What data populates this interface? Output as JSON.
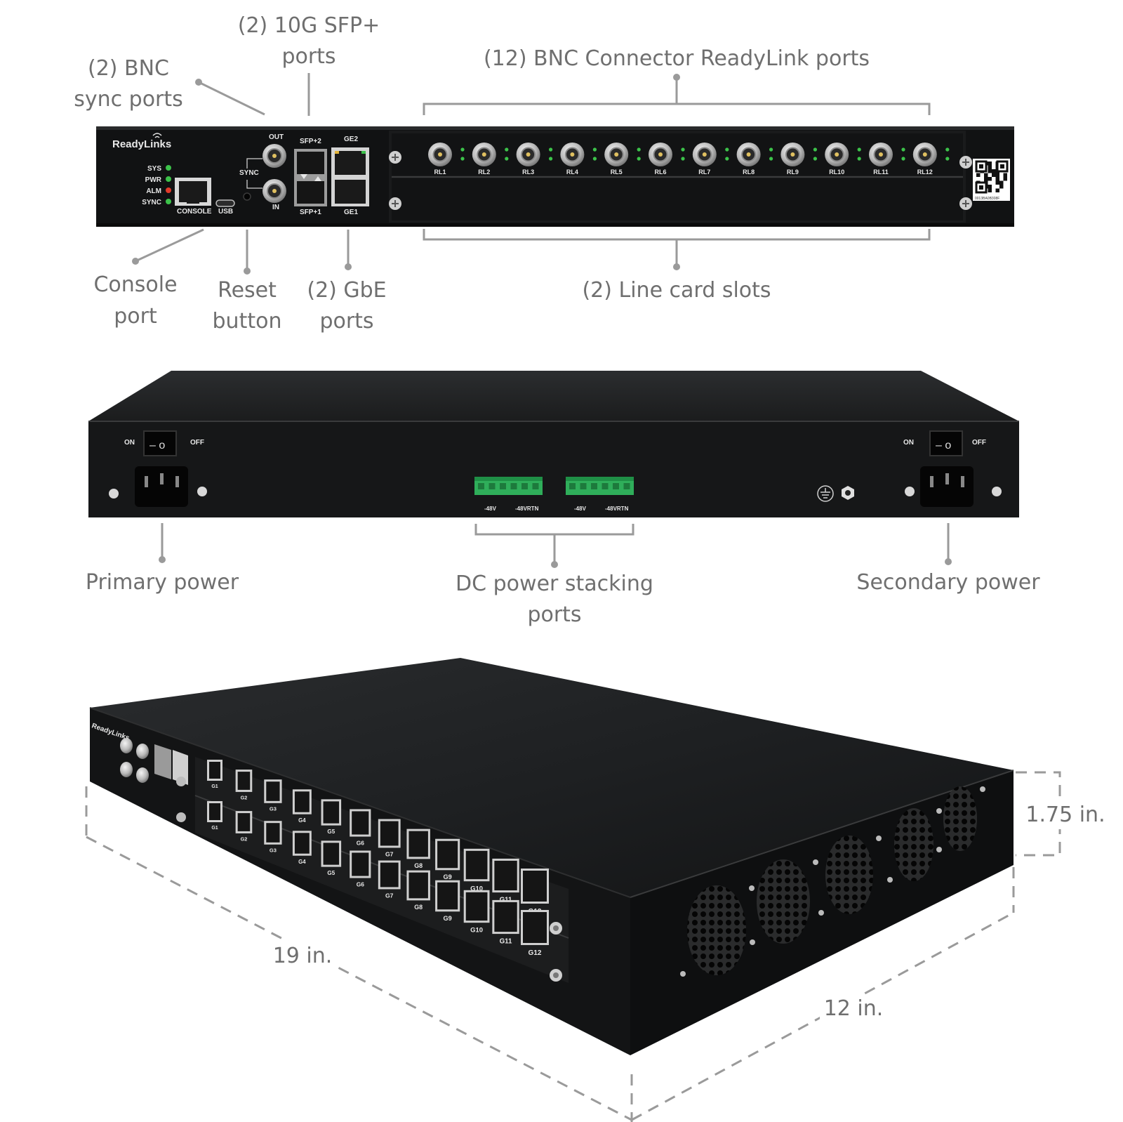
{
  "front": {
    "brand": "ReadyLinks",
    "leds": [
      "SYS",
      "PWR",
      "ALM",
      "SYNC"
    ],
    "led_colors": [
      "#3cc24a",
      "#3cc24a",
      "#e23a2a",
      "#3cc24a"
    ],
    "console_label": "CONSOLE",
    "usb_label": "USB",
    "sync_label": "SYNC",
    "sync_out_label": "OUT",
    "sync_in_label": "IN",
    "sfp_top_label": "SFP+2",
    "sfp_bottom_label": "SFP+1",
    "ge_top_label": "GE2",
    "ge_bottom_label": "GE1",
    "rl_ports": [
      "RL1",
      "RL2",
      "RL3",
      "RL4",
      "RL5",
      "RL6",
      "RL7",
      "RL8",
      "RL9",
      "RL10",
      "RL11",
      "RL12"
    ],
    "serial": "0013BA0B308F"
  },
  "callouts": {
    "bnc_sync": [
      "(2) BNC",
      "sync ports"
    ],
    "sfp": [
      "(2) 10G SFP+",
      "ports"
    ],
    "readylink": [
      "(12) BNC Connector ReadyLink ports"
    ],
    "console": [
      "Console",
      "port"
    ],
    "reset": [
      "Reset",
      "button"
    ],
    "gbe": [
      "(2) GbE",
      "ports"
    ],
    "line_cards": [
      "(2) Line card slots"
    ],
    "primary_power": [
      "Primary power"
    ],
    "dc_stacking": [
      "DC power stacking",
      "ports"
    ],
    "secondary_power": [
      "Secondary power"
    ]
  },
  "rear": {
    "on_label": "ON",
    "off_label": "OFF",
    "terminal_labels": [
      "-48V",
      "-48VRTN",
      "-48V",
      "-48VRTN"
    ],
    "terminal_color": "#2fae5a"
  },
  "iso": {
    "ports_top": [
      "G1",
      "G2",
      "G3",
      "G4",
      "G5",
      "G6",
      "G7",
      "G8",
      "G9",
      "G10",
      "G11",
      "G12"
    ],
    "ports_bottom": [
      "G1",
      "G2",
      "G3",
      "G4",
      "G5",
      "G6",
      "G7",
      "G8",
      "G9",
      "G10",
      "G11",
      "G12"
    ]
  },
  "dimensions": {
    "height": "1.75 in.",
    "width": "19 in.",
    "depth": "12 in."
  }
}
